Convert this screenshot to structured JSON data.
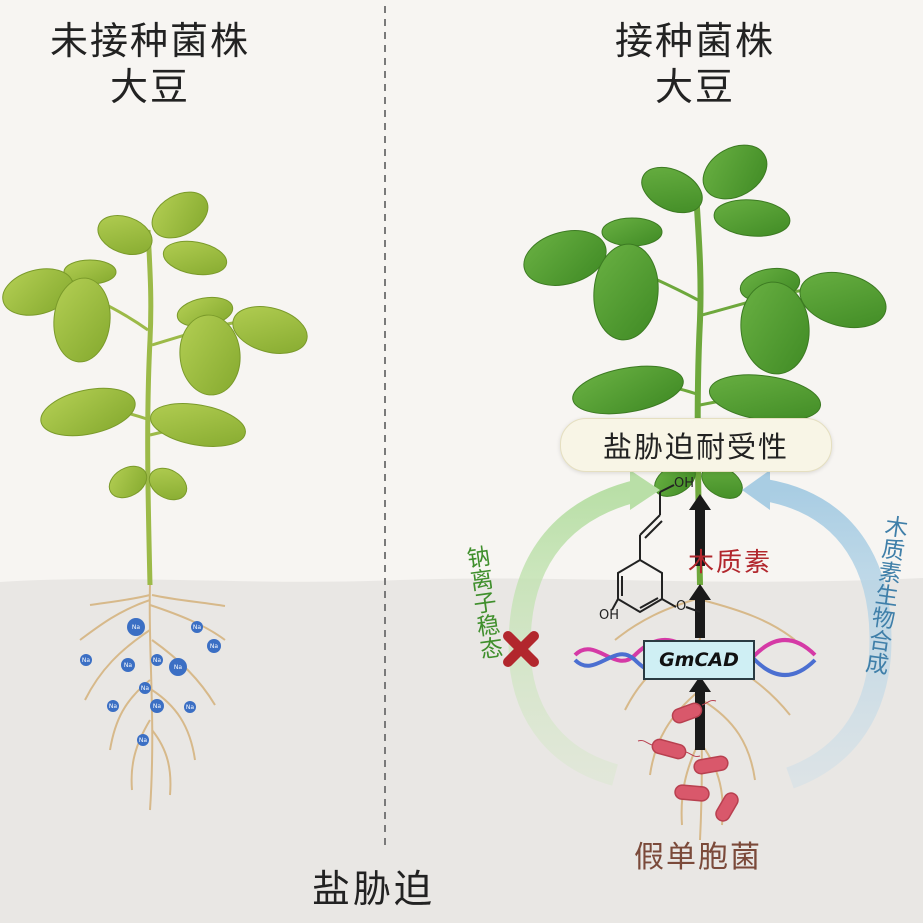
{
  "left_panel": {
    "title_line1": "未接种菌株",
    "title_line2": "大豆",
    "na_label": "Na"
  },
  "right_panel": {
    "title_line1": "接种菌株",
    "title_line2": "大豆"
  },
  "bottom_label": "盐胁迫",
  "tolerance_label": "盐胁迫耐受性",
  "lignin_label": "木质素",
  "gene_label": "GmCAD",
  "bacteria_label": "假单胞菌",
  "left_arc_label": "钠离子稳态",
  "right_arc_label": "木质素生物合成",
  "molecule_labels": {
    "oh_top": "OH",
    "oh_bottom": "OH",
    "ome": "O"
  },
  "colors": {
    "leaf_left": "#9cbf3c",
    "leaf_right": "#4f9a2e",
    "soil": "#e8e6e3",
    "green_label": "#3f8f2c",
    "blue_label": "#3f7fa9",
    "red_label": "#b2272d",
    "bacteria_label": "#7b4a3a",
    "na_ion": "#3b6fc4",
    "bacterium": "#d9586b"
  }
}
